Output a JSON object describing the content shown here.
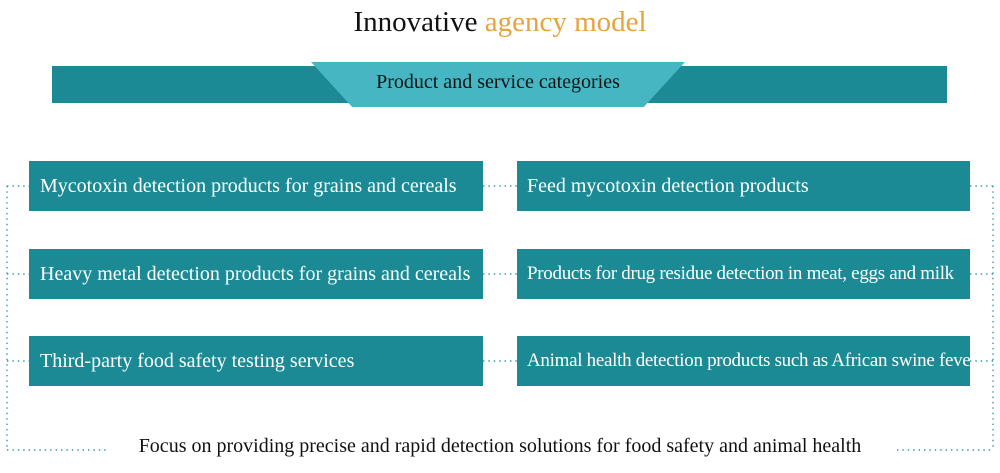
{
  "title": {
    "main": "Innovative",
    "accent": "agency model"
  },
  "banner": {
    "label": "Product and service categories"
  },
  "categories": {
    "left": [
      "Mycotoxin detection products for grains and cereals",
      "Heavy metal detection products for grains and cereals",
      "Third-party food safety testing services"
    ],
    "right": [
      "Feed mycotoxin detection products",
      "Products for drug residue detection in meat, eggs and milk",
      "Animal health detection products such as African swine fever"
    ]
  },
  "footer": {
    "text": "Focus on providing precise and rapid detection solutions for food safety and animal health"
  },
  "colors": {
    "box": "#1b8a95",
    "banner_center": "#47b6c3",
    "accent": "#e7a33c",
    "connector": "#2e99a4"
  }
}
